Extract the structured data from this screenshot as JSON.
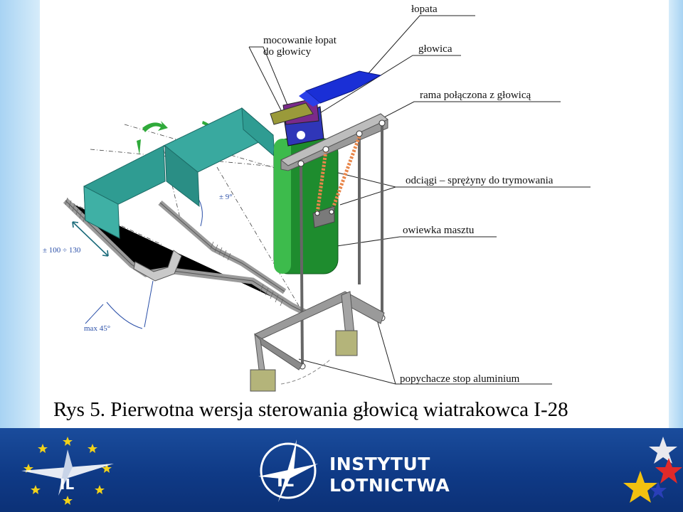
{
  "callouts": {
    "lopata": "łopata",
    "mocowanie_1": "mocowanie łopat",
    "mocowanie_2": "do głowicy",
    "glowica": "głowica",
    "rama": "rama połączona z głowicą",
    "odciagi": "odciągi – sprężyny do trymowania",
    "owiewka": "owiewka masztu",
    "popychacze": "popychacze stop aluminium"
  },
  "dimensions": {
    "tilt": "± 9°",
    "travel": "± 100 ÷ 130",
    "pedal": "max 45°"
  },
  "caption": "Rys 5. Pierwotna wersja sterowania głowicą wiatrakowca I-28",
  "footer": {
    "brand_line1": "INSTYTUT",
    "brand_line2": "LOTNICTWA"
  },
  "colors": {
    "footer_bg": "#1a4c9c",
    "mast_green": "#1e8c2e",
    "panel_teal": "#2f9c92",
    "blade_blue": "#1a2fd6",
    "frame_grey": "#8a8a8a",
    "spring_orange": "#e8864a",
    "mount_olive": "#9a9a5a"
  }
}
